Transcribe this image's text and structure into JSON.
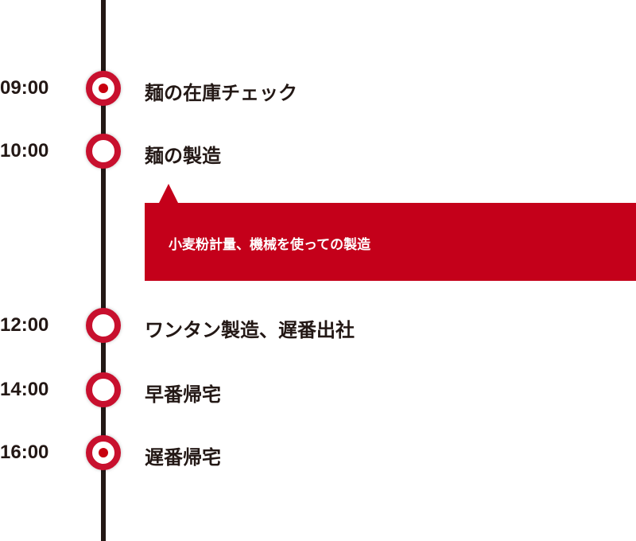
{
  "events": [
    {
      "time": "09:00",
      "label": "麺の在庫チェック",
      "active": true
    },
    {
      "time": "10:00",
      "label": "麺の製造",
      "active": false
    },
    {
      "time": "12:00",
      "label": "ワンタン製造、遅番出社",
      "active": false
    },
    {
      "time": "14:00",
      "label": "早番帰宅",
      "active": false
    },
    {
      "time": "16:00",
      "label": "遅番帰宅",
      "active": true
    }
  ],
  "note": "小麦粉計量、機械を使っての製造",
  "colors": {
    "accent": "#c8102e",
    "line": "#231815"
  }
}
